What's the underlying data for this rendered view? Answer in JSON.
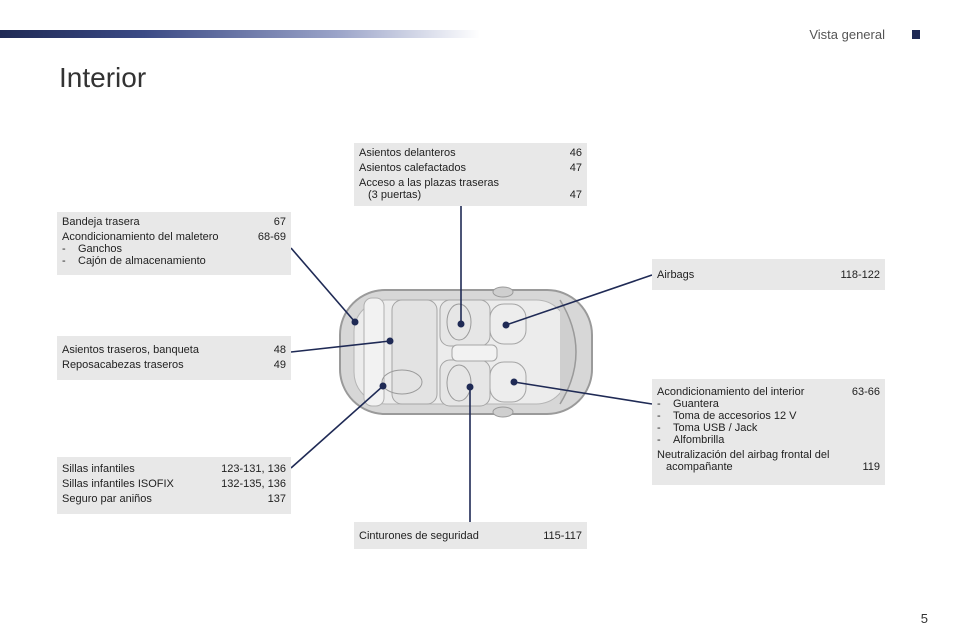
{
  "header": {
    "section": "Vista general"
  },
  "page_title": "Interior",
  "boxes": {
    "front_seats": {
      "rows": [
        {
          "label": "Asientos delanteros",
          "page": "46"
        },
        {
          "label": "Asientos calefactados",
          "page": "47"
        },
        {
          "label": "Acceso a las plazas traseras",
          "page": ""
        },
        {
          "label": "(3 puertas)",
          "page": "47"
        }
      ]
    },
    "rear_shelf": {
      "row1": {
        "label": "Bandeja trasera",
        "page": "67"
      },
      "row2": {
        "label": "Acondicionamiento del maletero",
        "page": "68-69"
      },
      "items": [
        "Ganchos",
        "Cajón de almacenamiento"
      ]
    },
    "airbags": {
      "label": "Airbags",
      "page": "118-122"
    },
    "rear_seats": {
      "rows": [
        {
          "label": "Asientos traseros, banqueta",
          "page": "48"
        },
        {
          "label": "Reposacabezas traseros",
          "page": "49"
        }
      ]
    },
    "interior": {
      "row1": {
        "label": "Acondicionamiento del interior",
        "page": "63-66"
      },
      "items": [
        "Guantera",
        "Toma de accesorios 12 V",
        "Toma USB / Jack",
        "Alfombrilla"
      ],
      "row2": {
        "label": "Neutralización del airbag frontal del",
        "page": ""
      },
      "row3": {
        "label": "acompañante",
        "page": "119"
      }
    },
    "child_seats": {
      "rows": [
        {
          "label": "Sillas infantiles",
          "page": "123-131, 136"
        },
        {
          "label": "Sillas infantiles ISOFIX",
          "page": "132-135, 136"
        },
        {
          "label": "Seguro par aniños",
          "page": "137"
        }
      ]
    },
    "seatbelts": {
      "label": "Cinturones de seguridad",
      "page": "115-117"
    }
  },
  "dash": "-",
  "page_number": "5",
  "colors": {
    "accent": "#1f2a55",
    "box_bg": "#e8e8e8"
  }
}
